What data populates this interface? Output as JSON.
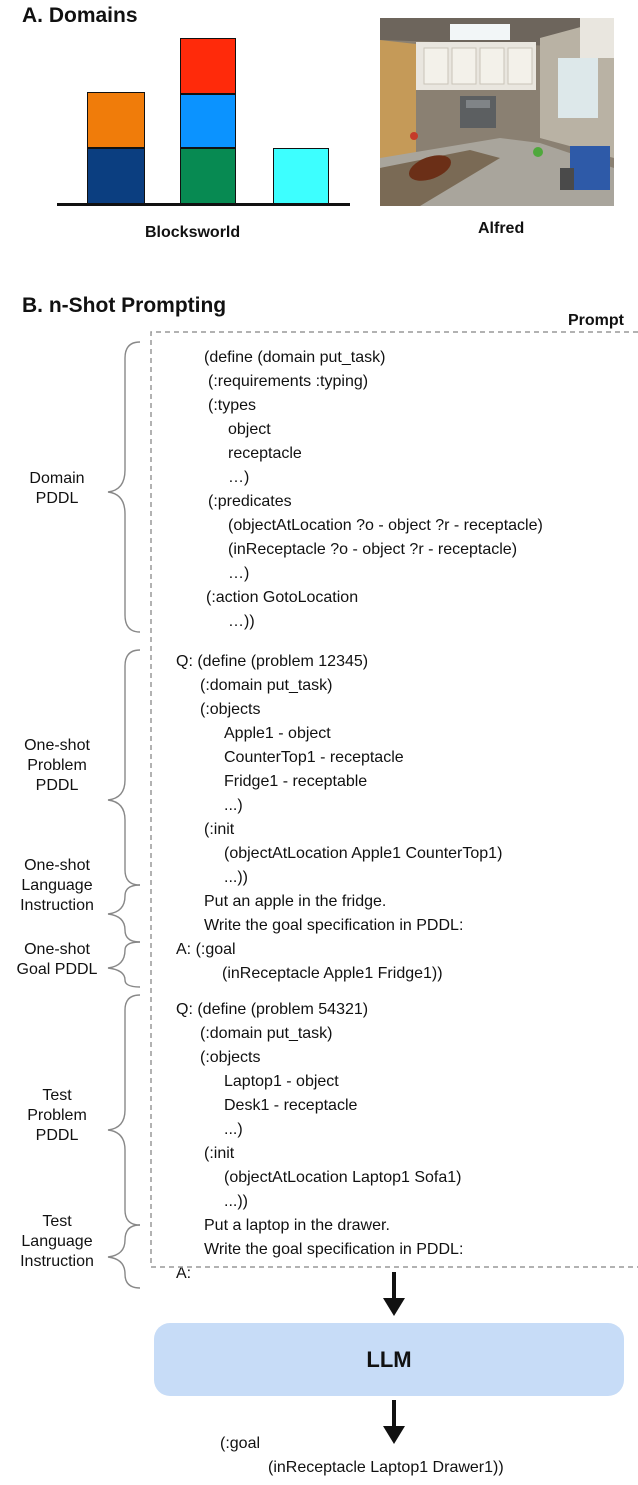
{
  "section_a": {
    "heading": "A. Domains",
    "blocksworld_caption": "Blocksworld",
    "alfred_caption": "Alfred",
    "block_colors": {
      "orange": "#f07c0a",
      "navy": "#0b3e80",
      "red": "#ff2a0a",
      "blue": "#0b93ff",
      "green": "#078a52",
      "cyan": "#3dffff"
    }
  },
  "section_b": {
    "heading": "B. n-Shot Prompting",
    "prompt_label": "Prompt",
    "domain_lines": [
      "(define (domain put_task)",
      "(:requirements :typing)",
      "(:types",
      "object",
      "receptacle",
      "…)",
      "(:predicates",
      "(objectAtLocation ?o - object ?r - receptacle)",
      "(inReceptacle ?o - object ?r - receptacle)",
      "…)",
      "(:action GotoLocation",
      "…))"
    ],
    "oneshot_lines": [
      "Q: (define (problem 12345)",
      "(:domain put_task)",
      "(:objects",
      "Apple1 - object",
      "CounterTop1 - receptacle",
      "Fridge1 - receptable",
      "...)",
      "(:init",
      "(objectAtLocation Apple1 CounterTop1)",
      "...))",
      "Put an apple in the fridge.",
      "Write the goal specification in PDDL:",
      "A: (:goal",
      "(inReceptacle Apple1 Fridge1))"
    ],
    "test_lines": [
      "Q: (define (problem 54321)",
      "(:domain put_task)",
      "(:objects",
      "Laptop1 - object",
      "Desk1 - receptacle",
      "...)",
      "(:init",
      "(objectAtLocation Laptop1 Sofa1)",
      "...))",
      "Put a laptop in the drawer.",
      "Write the goal specification in PDDL:",
      "A:"
    ],
    "side_labels": {
      "domain": [
        "Domain",
        "PDDL"
      ],
      "oneshot_problem": [
        "One-shot",
        "Problem",
        "PDDL"
      ],
      "oneshot_language": [
        "One-shot",
        "Language",
        "Instruction"
      ],
      "oneshot_goal": [
        "One-shot",
        "Goal PDDL"
      ],
      "test_problem": [
        "Test",
        "Problem",
        "PDDL"
      ],
      "test_language": [
        "Test",
        "Language",
        "Instruction"
      ]
    },
    "llm_label": "LLM",
    "output_lines": [
      "(:goal",
      "(inReceptacle Laptop1 Drawer1))"
    ]
  }
}
